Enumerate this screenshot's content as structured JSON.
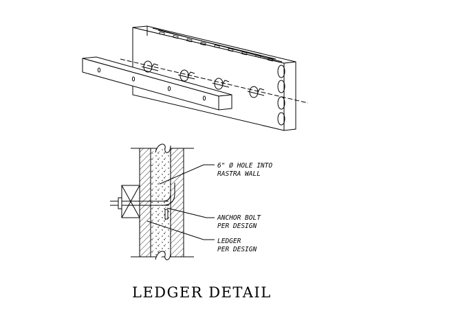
{
  "title": "LEDGER DETAIL",
  "callouts": {
    "hole": [
      "6\" Ø HOLE INTO",
      "RASTRA WALL"
    ],
    "anchor": [
      "ANCHOR BOLT",
      "PER DESIGN"
    ],
    "ledger": [
      "LEDGER",
      "PER DESIGN"
    ]
  },
  "colors": {
    "ink": "#000000",
    "background": "#ffffff"
  }
}
